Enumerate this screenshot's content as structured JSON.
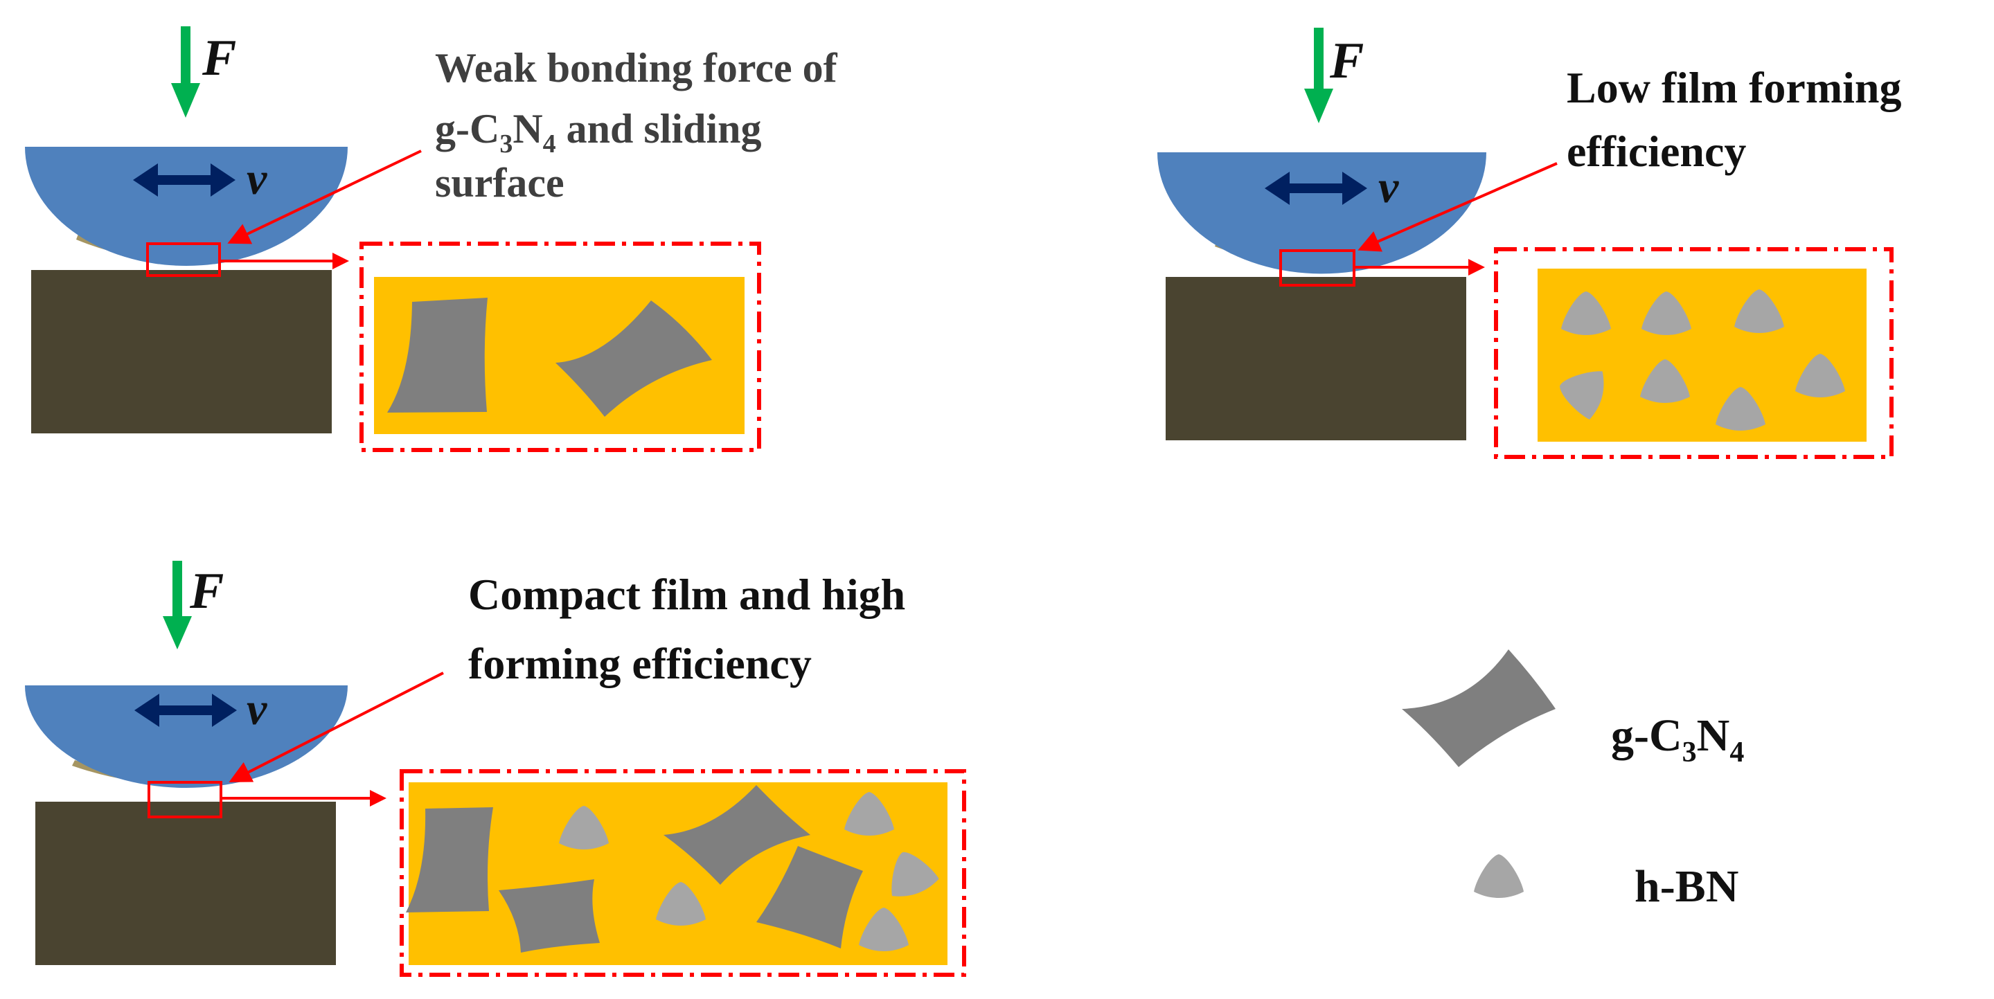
{
  "panels": [
    {
      "id": "gcn",
      "force_label": "F",
      "velocity_label": "v",
      "caption_lines": [
        "Weak bonding force of",
        "g-C3N4 and sliding",
        "surface"
      ]
    },
    {
      "id": "hbn",
      "force_label": "F",
      "velocity_label": "v",
      "caption_lines": [
        "Low film forming",
        "efficiency"
      ]
    },
    {
      "id": "composite",
      "force_label": "F",
      "velocity_label": "v",
      "caption_lines": [
        "Compact film and high",
        "forming efficiency"
      ]
    }
  ],
  "legend": {
    "gcn_base": "g-C",
    "gcn_sub1": "3",
    "gcn_mid": "N",
    "gcn_sub2": "4",
    "hbn": "h-BN"
  },
  "colors": {
    "ball": "#4f81bd",
    "block": "#4a4430",
    "film": "#a59562",
    "zoom_fill": "#ffc000",
    "zoom_border": "#ff0000",
    "arrow_force": "#00b050",
    "arrow_velocity": "#002060",
    "gcn_flake": "#7f7f7f",
    "hbn_particle": "#a6a6a6"
  }
}
